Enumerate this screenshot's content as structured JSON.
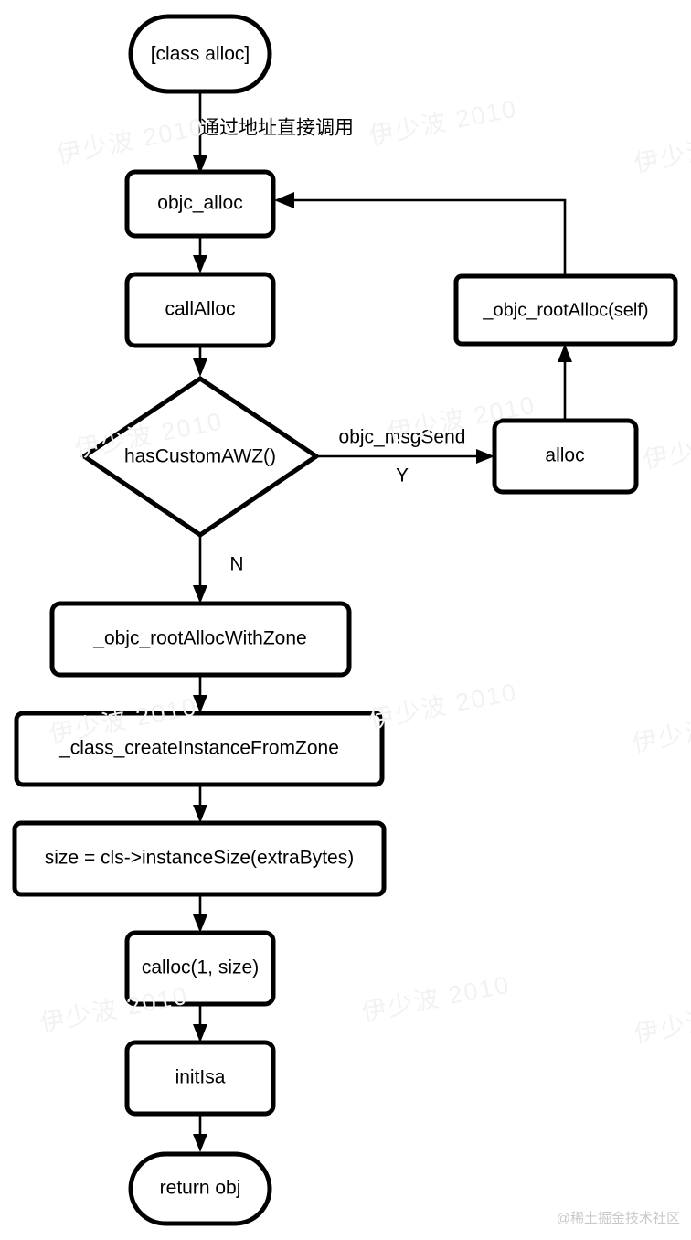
{
  "diagram": {
    "title": "objc alloc flow",
    "background_color": "#ffffff",
    "stroke_color": "#000000",
    "watermark_text": "伊少波 2010",
    "watermark_color": "#f2f2f2",
    "credit_text": "@稀土掘金技术社区",
    "credit_color": "#c9c9c9"
  },
  "nodes": [
    {
      "id": "class_alloc",
      "label": "[class alloc]",
      "shape": "terminator"
    },
    {
      "id": "objc_alloc",
      "label": "objc_alloc",
      "shape": "process"
    },
    {
      "id": "callAlloc",
      "label": "callAlloc",
      "shape": "process"
    },
    {
      "id": "hasCustomAWZ",
      "label": "hasCustomAWZ()",
      "shape": "decision"
    },
    {
      "id": "alloc",
      "label": "alloc",
      "shape": "process"
    },
    {
      "id": "rootAllocSelf",
      "label": "_objc_rootAlloc(self)",
      "shape": "process"
    },
    {
      "id": "rootAllocWithZone",
      "label": "_objc_rootAllocWithZone",
      "shape": "process"
    },
    {
      "id": "createInstance",
      "label": "_class_createInstanceFromZone",
      "shape": "process"
    },
    {
      "id": "sizeCalc",
      "label": "size = cls->instanceSize(extraBytes)",
      "shape": "process"
    },
    {
      "id": "calloc",
      "label": "calloc(1, size)",
      "shape": "process"
    },
    {
      "id": "initIsa",
      "label": "initIsa",
      "shape": "process"
    },
    {
      "id": "returnObj",
      "label": "return obj",
      "shape": "terminator"
    }
  ],
  "edges": [
    {
      "id": "e1",
      "from": "class_alloc",
      "to": "objc_alloc",
      "label": "通过地址直接调用"
    },
    {
      "id": "e2",
      "from": "objc_alloc",
      "to": "callAlloc",
      "label": ""
    },
    {
      "id": "e3",
      "from": "callAlloc",
      "to": "hasCustomAWZ",
      "label": ""
    },
    {
      "id": "e4",
      "from": "hasCustomAWZ",
      "to": "alloc",
      "label": "objc_msgSend",
      "label2": "Y"
    },
    {
      "id": "e5",
      "from": "alloc",
      "to": "rootAllocSelf",
      "label": ""
    },
    {
      "id": "e6",
      "from": "rootAllocSelf",
      "to": "objc_alloc",
      "label": ""
    },
    {
      "id": "e7",
      "from": "hasCustomAWZ",
      "to": "rootAllocWithZone",
      "label": "N"
    },
    {
      "id": "e8",
      "from": "rootAllocWithZone",
      "to": "createInstance",
      "label": ""
    },
    {
      "id": "e9",
      "from": "createInstance",
      "to": "sizeCalc",
      "label": ""
    },
    {
      "id": "e10",
      "from": "sizeCalc",
      "to": "calloc",
      "label": ""
    },
    {
      "id": "e11",
      "from": "calloc",
      "to": "initIsa",
      "label": ""
    },
    {
      "id": "e12",
      "from": "initIsa",
      "to": "returnObj",
      "label": ""
    }
  ],
  "edge_labels": {
    "call_by_address": "通过地址直接调用",
    "msg_send": "objc_msgSend",
    "yes": "Y",
    "no": "N"
  }
}
